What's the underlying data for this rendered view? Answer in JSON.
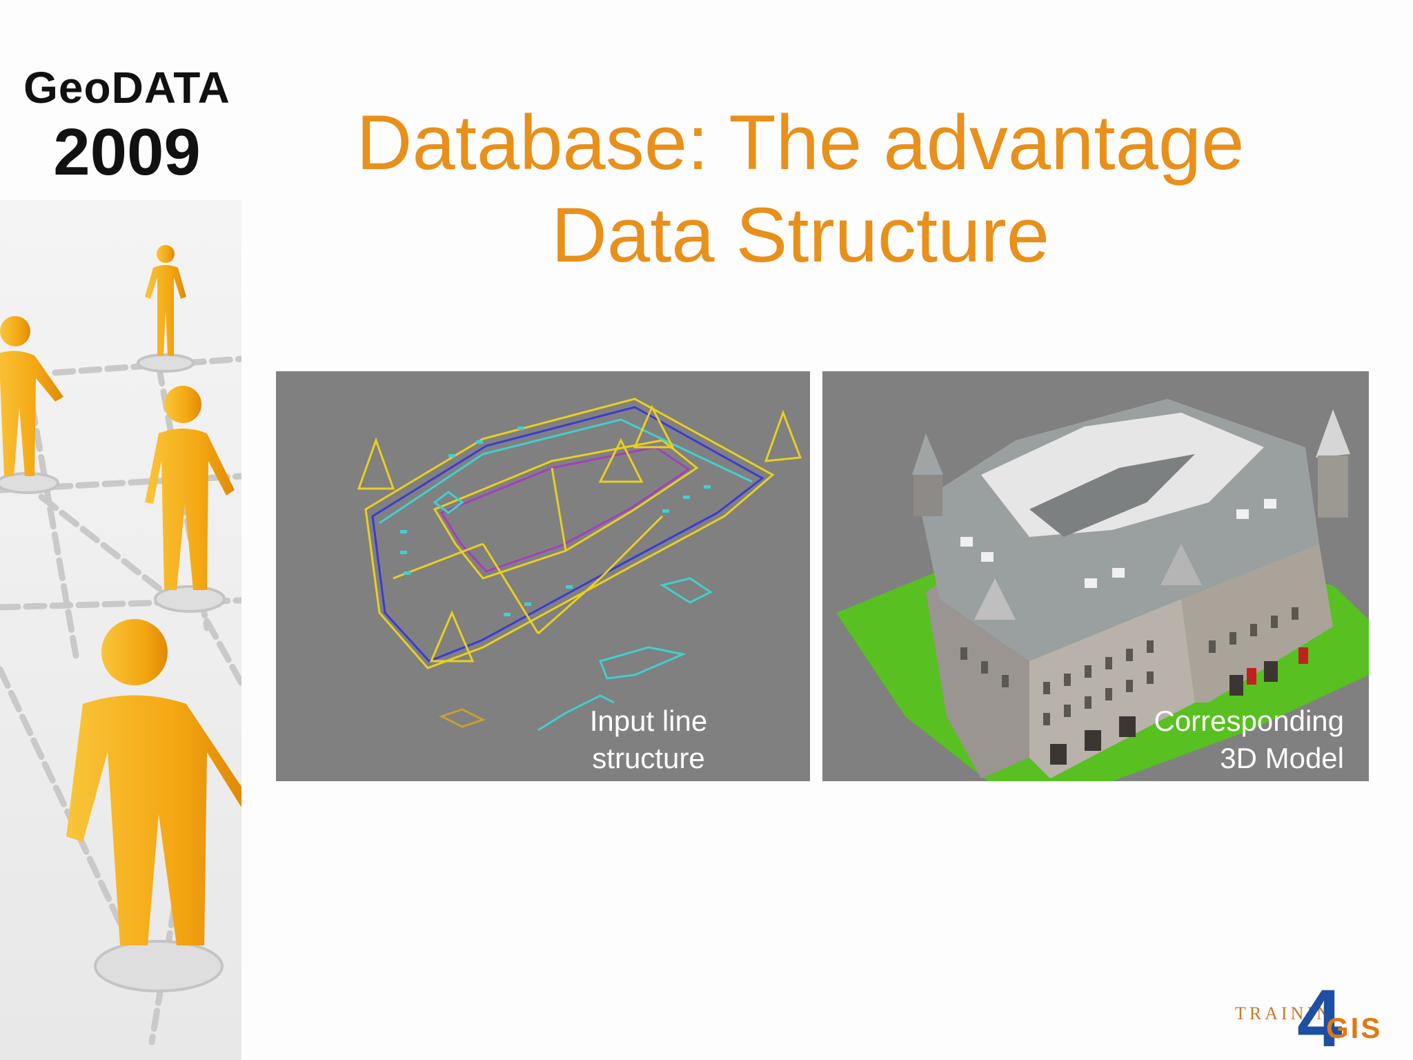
{
  "header": {
    "brand_line1": "GeoDATA",
    "brand_line2": "2009"
  },
  "title": {
    "line1": "Database: The advantage",
    "line2": "Data Structure"
  },
  "panels": {
    "left": {
      "caption_line1": "Input line",
      "caption_line2": "structure"
    },
    "right": {
      "caption_line1": "Corresponding",
      "caption_line2": "3D Model"
    }
  },
  "logo": {
    "word": "TRAININ",
    "number": "4",
    "suffix": "GIS"
  },
  "colors": {
    "title": "#e8901a",
    "panel_bg": "#808080",
    "grass": "#58c020",
    "figure": "#f7b520"
  }
}
